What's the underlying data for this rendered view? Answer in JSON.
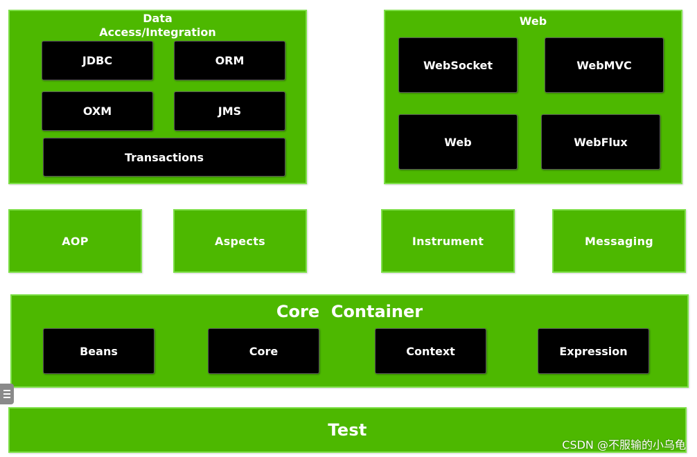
{
  "data_access": {
    "title": "Data\nAccess/Integration",
    "modules": [
      "JDBC",
      "ORM",
      "OXM",
      "JMS",
      "Transactions"
    ]
  },
  "web": {
    "title": "Web",
    "modules": [
      "WebSocket",
      "WebMVC",
      "Web",
      "WebFlux"
    ]
  },
  "middle": [
    "AOP",
    "Aspects",
    "Instrument",
    "Messaging"
  ],
  "core_container": {
    "title": "Core  Container",
    "modules": [
      "Beans",
      "Core",
      "Context",
      "Expression"
    ]
  },
  "test": {
    "title": "Test"
  },
  "watermark": "CSDN @不服输的小乌龟",
  "colors": {
    "group_green": "#4db800",
    "module_black": "#000000",
    "text": "#ffffff"
  }
}
